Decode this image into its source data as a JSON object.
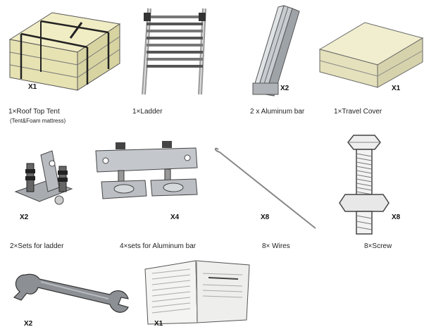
{
  "items": [
    {
      "qty": "X1",
      "caption": "1×Roof Top Tent",
      "subcaption": "(Tent&Foam mattress)",
      "icon": "roof-top-tent-icon"
    },
    {
      "qty": "",
      "caption": "1×Ladder",
      "icon": "ladder-icon"
    },
    {
      "qty": "X2",
      "caption": "2 x Aluminum bar",
      "icon": "aluminum-bar-icon"
    },
    {
      "qty": "X1",
      "caption": "1×Travel Cover",
      "icon": "travel-cover-icon"
    },
    {
      "qty": "X2",
      "caption": "2×Sets for ladder",
      "icon": "ladder-bracket-icon"
    },
    {
      "qty": "X4",
      "caption": "4×sets for Aluminum bar",
      "icon": "bar-clamp-icon"
    },
    {
      "qty": "X8",
      "caption": "8× Wires",
      "icon": "wire-icon"
    },
    {
      "qty": "X8",
      "caption": "8×Screw",
      "icon": "screw-icon"
    },
    {
      "qty": "X2",
      "caption": "",
      "icon": "wrench-icon"
    },
    {
      "qty": "X1",
      "caption": "",
      "icon": "manual-book-icon"
    }
  ],
  "colors": {
    "foam": "#ece8b8",
    "metal": "#b4b8bc",
    "dark": "#444444",
    "paper": "#f2f2f0"
  }
}
